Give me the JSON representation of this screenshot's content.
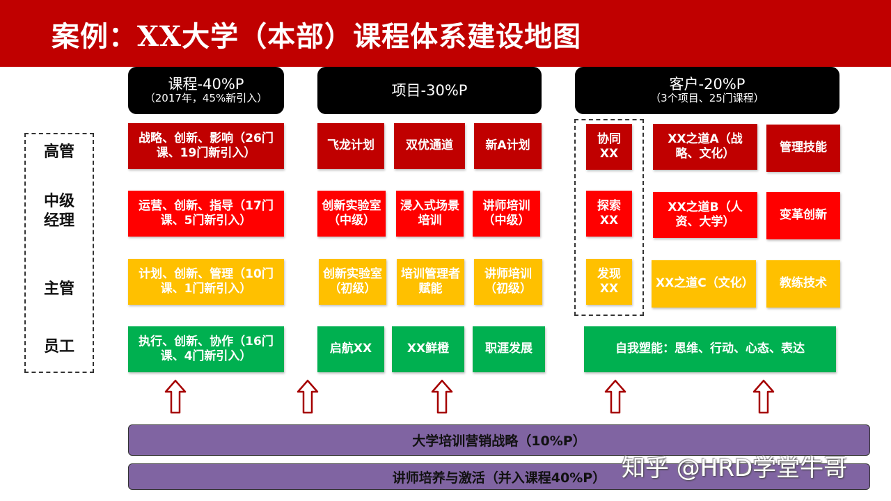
{
  "title": "案例：XX大学（本部）课程体系建设地图",
  "headers": [
    {
      "main": "课程-40%P",
      "sub": "（2017年，45%新引入）"
    },
    {
      "main": "项目-30%P",
      "sub": ""
    },
    {
      "main": "客户-20%P",
      "sub": "（3个项目、25门课程）"
    }
  ],
  "levels": [
    "高管",
    "中级经理",
    "主管",
    "员工"
  ],
  "course_column": [
    {
      "text": "战略、创新、影响（26门课、19门新引入）",
      "color": "#c00000"
    },
    {
      "text": "运营、创新、指导（17门课、5门新引入）",
      "color": "#ff0000"
    },
    {
      "text": "计划、创新、管理（10门课、1门新引入）",
      "color": "#ffc000"
    },
    {
      "text": "执行、创新、协作（16门课、4门新引入）",
      "color": "#00b050"
    }
  ],
  "project_column": [
    [
      "飞龙计划",
      "双优通道",
      "新A计划"
    ],
    [
      "创新实验室（中级）",
      "浸入式场景培训",
      "讲师培训（中级）"
    ],
    [
      "创新实验室（初级）",
      "培训管理者赋能",
      "讲师培训（初级）"
    ],
    [
      "启航XX",
      "XX鲜橙",
      "职涯发展"
    ]
  ],
  "client_column": {
    "grouped": [
      "协同XX",
      "探索XX",
      "发现XX"
    ],
    "rows": [
      [
        "XX之道A（战略、文化）",
        "管理技能"
      ],
      [
        "XX之道B（人资、大学）",
        "变革创新"
      ],
      [
        "XX之道C（文化）",
        "教练技术"
      ]
    ],
    "bottom": "自我塑能：思维、行动、心态、表达"
  },
  "bars": [
    "大学培训营销战略（10%P）",
    "讲师培养与激活（并入课程40%P）"
  ],
  "arrow_icon": "up-arrow-icon",
  "watermark": "知乎 @HRD学堂牛哥",
  "colors": {
    "title_bg": "#c00000",
    "dark_red": "#c00000",
    "red": "#ff0000",
    "amber": "#ffc000",
    "green": "#00b050",
    "purple": "#8064a2"
  }
}
